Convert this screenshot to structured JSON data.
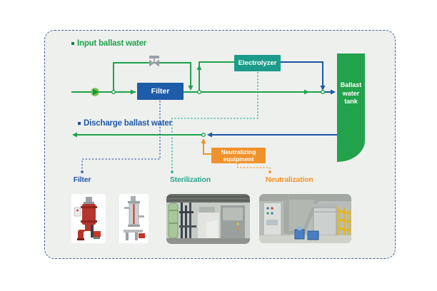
{
  "legend": {
    "input_label": "Input ballast water",
    "discharge_label": "Discharge ballast water"
  },
  "process_boxes": {
    "filter": "Filter",
    "electrolyzer": "Electrolyzer",
    "neutralizing_equipment": "Neutralizing equipment",
    "ballast_water_tank": "Ballast water tank"
  },
  "stage_labels": {
    "filter": "Filter",
    "sterilization": "Sterilization",
    "neutralization": "Neutralization"
  },
  "icons": {
    "pump": "pump-icon",
    "valve": "valve-icon",
    "junction": "junction-dot-icon"
  },
  "colors": {
    "flow_green": "#1ea24b",
    "flow_blue": "#1c56a8",
    "electrolyzer_teal": "#1b9c8b",
    "filter_box_blue": "#1e5ba8",
    "neutralizing_orange": "#f0922b",
    "tank_green": "#22a24b",
    "sterilization_label_teal": "#2aa68f",
    "neutralization_label_orange": "#f39323",
    "filter_label_blue": "#2158a8",
    "panel_background": "#eef0ee",
    "panel_border_blue": "#44619e"
  }
}
